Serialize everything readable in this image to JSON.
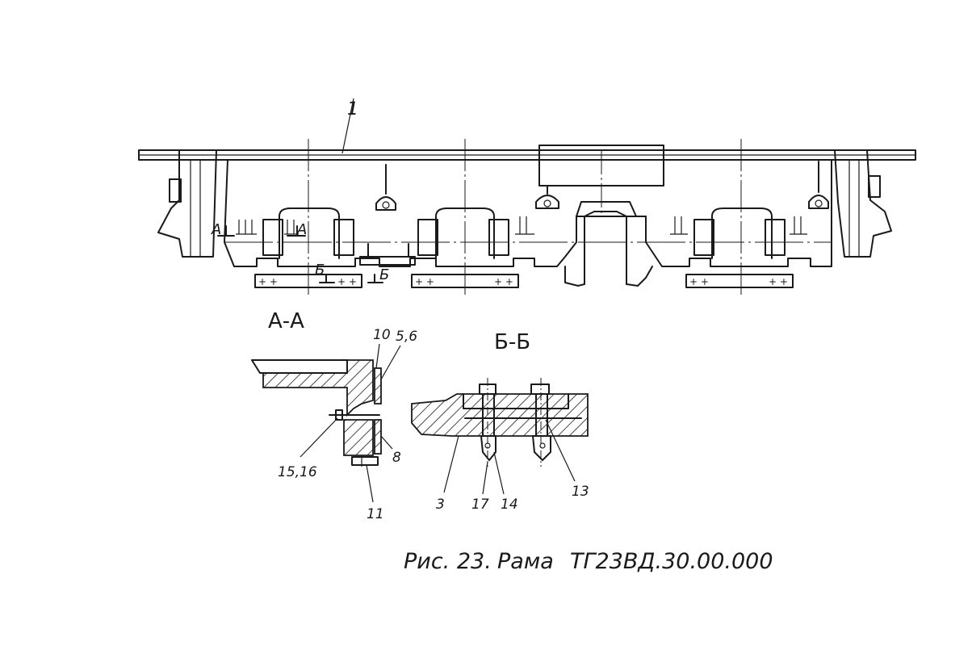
{
  "labels": {
    "part_1": "1",
    "cut_a_left": "А",
    "cut_a_right": "А",
    "cut_b_left": "Б",
    "cut_b_right": "Б"
  },
  "section_aa": {
    "title": "А-А",
    "callouts": [
      "10",
      "5,6",
      "8",
      "15,16",
      "11"
    ]
  },
  "section_bb": {
    "title": "Б-Б",
    "callouts": [
      "3",
      "17",
      "14",
      "13"
    ]
  },
  "caption": {
    "figure": "Рис. 23.",
    "name": "Рама",
    "code": "ТГ23ВД.30.00.000"
  }
}
